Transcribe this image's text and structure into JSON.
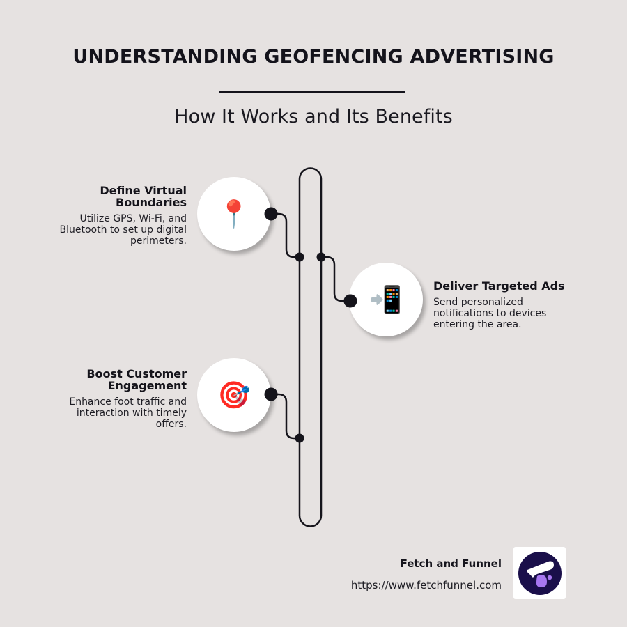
{
  "header": {
    "title": "UNDERSTANDING GEOFENCING ADVERTISING",
    "subtitle": "How It Works and Its Benefits"
  },
  "steps": [
    {
      "title_line1": "Define Virtual",
      "title_line2": "Boundaries",
      "desc_line1": "Utilize GPS, Wi-Fi, and",
      "desc_line2": "Bluetooth to set up digital",
      "desc_line3": "perimeters.",
      "icon": "pushpin-icon",
      "glyph": "📍",
      "side": "left"
    },
    {
      "title_line1": "Deliver Targeted Ads",
      "desc_line1": "Send personalized",
      "desc_line2": "notifications to devices",
      "desc_line3": "entering the area.",
      "icon": "mobile-phone-with-arrow-icon",
      "glyph": "📲",
      "side": "right"
    },
    {
      "title_line1": "Boost Customer",
      "title_line2": "Engagement",
      "desc_line1": "Enhance foot traffic and",
      "desc_line2": "interaction with timely",
      "desc_line3": "offers.",
      "icon": "bullseye-dart-icon",
      "glyph": "🎯",
      "side": "left"
    }
  ],
  "footer": {
    "brand_name": "Fetch and Funnel",
    "url": "https://www.fetchfunnel.com",
    "logo_icon": "fetch-and-funnel-logo"
  },
  "colors": {
    "background": "#e6e2e1",
    "ink": "#15141b",
    "node_fill": "#ffffff",
    "logo_navy": "#1a0f4a",
    "logo_purple": "#a777f0"
  }
}
